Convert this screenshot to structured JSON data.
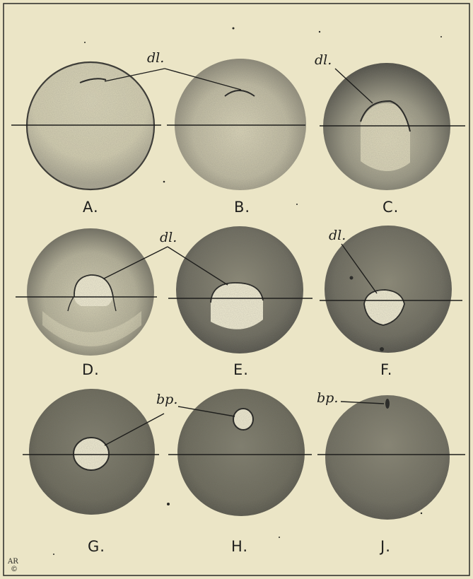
{
  "figures": [
    {
      "label": "A."
    },
    {
      "label": "B."
    },
    {
      "label": "C."
    },
    {
      "label": "D."
    },
    {
      "label": "E."
    },
    {
      "label": "F."
    },
    {
      "label": "G."
    },
    {
      "label": "H."
    },
    {
      "label": "J."
    }
  ],
  "annotations": {
    "dorsal_lip_row1": "dl.",
    "dorsal_lip_row2": "dl.",
    "dorsal_lip_f": "dl.",
    "blastopore_row3": "bp.",
    "blastopore_j": "bp."
  },
  "artist_monogram": "AR",
  "colors": {
    "paper": "#ebe5c6",
    "ink": "#1e1e1c",
    "shade_light": "#a9a692",
    "shade_dark": "#5c5a4f"
  }
}
